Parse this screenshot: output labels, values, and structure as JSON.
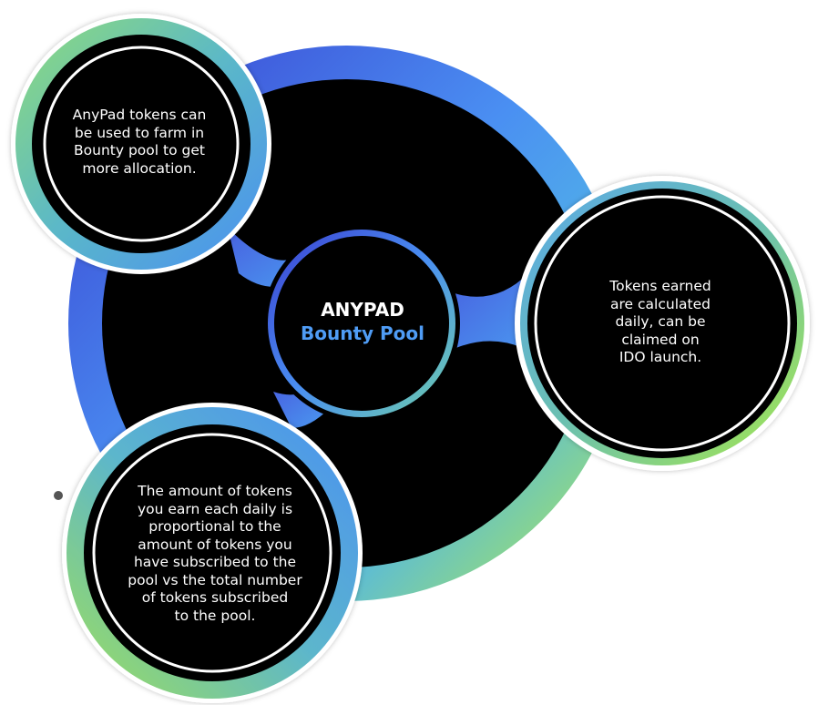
{
  "diagram": {
    "center": {
      "line1": "ANYPAD",
      "line2": "Bounty Pool",
      "line2_color": "#4f9cf5"
    },
    "nodes": {
      "top_left": "AnyPad tokens can\nbe used to farm in\nBounty pool to get\nmore allocation.",
      "right": "Tokens earned\nare  calculated\ndaily, can be\nclaimed on\nIDO launch.",
      "bottom_left": "The amount of tokens\nyou earn each daily is\nproportional to the\namount of tokens you\nhave subscribed to the\npool vs the total number\nof tokens subscribed\nto the pool."
    },
    "colors": {
      "ring_blue_dark": "#3a3fd0",
      "ring_blue_light": "#4aa3f5",
      "ring_green": "#a7e84a",
      "fill": "#000000",
      "inner_outline": "#ffffff"
    }
  }
}
